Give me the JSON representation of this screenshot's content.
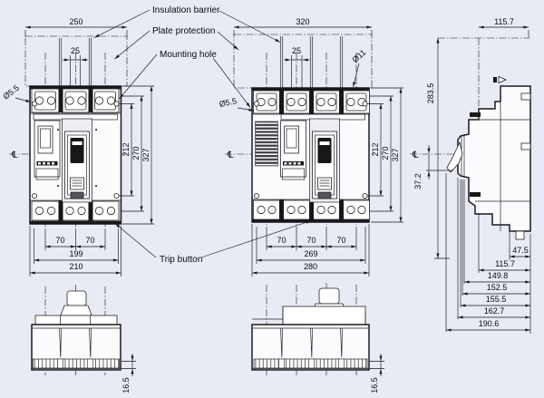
{
  "labels": {
    "insulation_barrier": "Insulation barrier",
    "plate_protection": "Plate protection",
    "mounting_hole": "Mounting hole",
    "trip_button": "Trip button"
  },
  "front3": {
    "barrier_width": "250",
    "barrier_pitch": "25",
    "mount_hole_dia": "Ø5.5",
    "dim_inner": "212",
    "dim_mid": "270",
    "dim_height": "327",
    "poles": [
      "70",
      "70"
    ],
    "mount_span": "199",
    "width": "210",
    "centerline": "℄"
  },
  "front4": {
    "barrier_width": "320",
    "barrier_pitch": "25",
    "top_hole_dia": "Ø11",
    "mount_hole_dia": "Ø5.5",
    "dim_inner": "212",
    "dim_mid": "270",
    "dim_height": "327",
    "poles": [
      "70",
      "70",
      "70"
    ],
    "mount_span": "269",
    "width": "280",
    "centerline": "℄"
  },
  "side": {
    "depth_top": "115.7",
    "overall_height": "283.5",
    "handle_offset": "37.2",
    "centerline": "℄",
    "stack": [
      "47.5",
      "115.7",
      "149.8",
      "152.5",
      "155.5",
      "162.7",
      "190.6"
    ]
  },
  "bottom3": {
    "rib_depth": "16.5"
  },
  "bottom4": {
    "rib_depth": "16.5"
  }
}
